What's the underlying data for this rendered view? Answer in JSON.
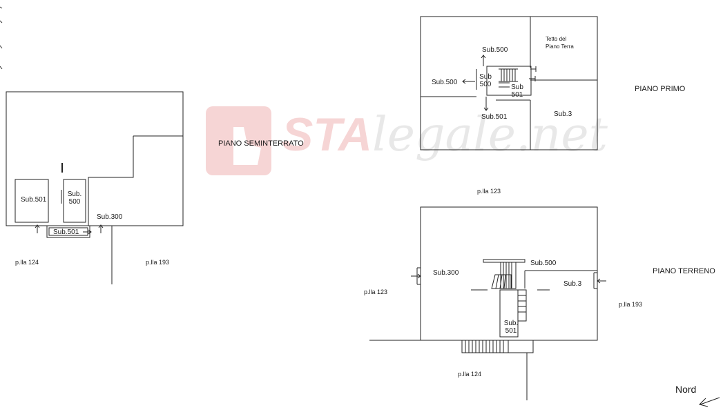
{
  "semi": {
    "title": "PIANO SEMINTERRATO",
    "room_501": "Sub.501",
    "room_500": "Sub.\n500",
    "corridor_501": "Sub.501",
    "sub_300": "Sub.300",
    "plla_124": "p.lla 124",
    "plla_193": "p.lla 193"
  },
  "primo": {
    "title": "PIANO PRIMO",
    "roof": "Tetto del\nPiano Terra",
    "sub500_top": "Sub.500",
    "sub500_left": "Sub.500",
    "sub500_stair": "Sub\n500",
    "sub501_stair": "Sub\n501",
    "sub501_bottom": "Sub.501",
    "sub3": "Sub.3"
  },
  "terreno": {
    "title": "PIANO TERRENO",
    "plla_123_top": "p.lla 123",
    "plla_123_left": "p.lla 123",
    "plla_193": "p.lla 193",
    "plla_124": "p.lla 124",
    "sub300": "Sub.300",
    "sub500": "Sub.500",
    "sub3": "Sub.3",
    "sub501": "Sub.\n501"
  },
  "north_label": "Nord",
  "watermark": {
    "brand_strong": "STA",
    "brand_rest": "legale.net",
    "brand_color": "#cc0000"
  },
  "icons": [
    "north-arrow-icon",
    "entrance-arrow-icon",
    "staircase-icon",
    "hand-pointer-icon"
  ]
}
